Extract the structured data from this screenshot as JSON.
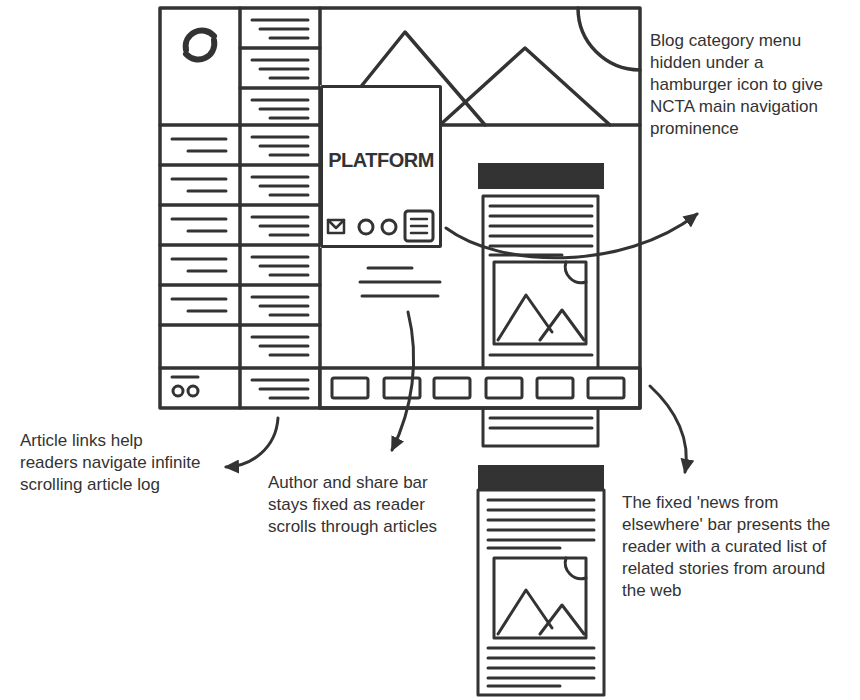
{
  "diagram": {
    "nodes": [
      {
        "text": [
          "PLATFORM"
        ]
      }
    ],
    "labels": [
      "Blog category menu hidden under a hamburger icon to give NCTA main navigation prominence",
      "Article links help readers navigate infinite scrolling article log",
      "Author and share bar stays fixed as reader scrolls through articles",
      "The fixed 'news from elsewhere' bar presents the reader with a curated list of related stories from around the web"
    ]
  }
}
